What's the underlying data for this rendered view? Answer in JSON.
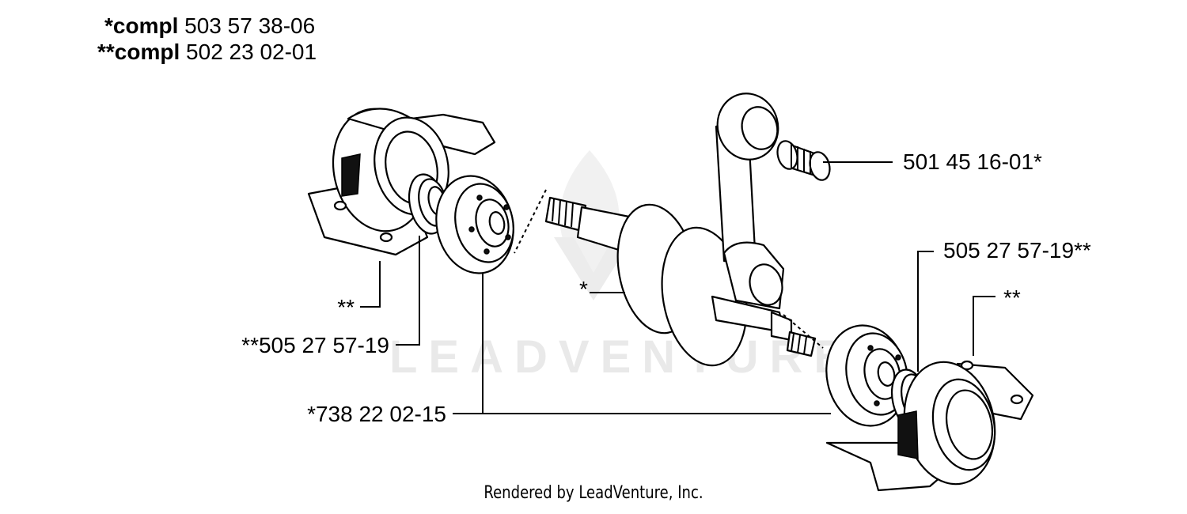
{
  "header": {
    "line1": {
      "stars": "*",
      "label": "compl",
      "number": "503 57 38-06"
    },
    "line2": {
      "stars": "**",
      "label": "compl",
      "number": "502 23 02-01"
    }
  },
  "callouts": {
    "needle_bearing": "501 45 16-01*",
    "seal_right": "505 27 57-19**",
    "cover_right": "**",
    "cover_left": "**",
    "seal_left": "**505 27 57-19",
    "crankshaft": "*",
    "ball_bearing": "*738 22 02-15"
  },
  "watermark": {
    "text": "LEADVENTURE"
  },
  "footer": {
    "text": "Rendered by LeadVenture, Inc."
  }
}
